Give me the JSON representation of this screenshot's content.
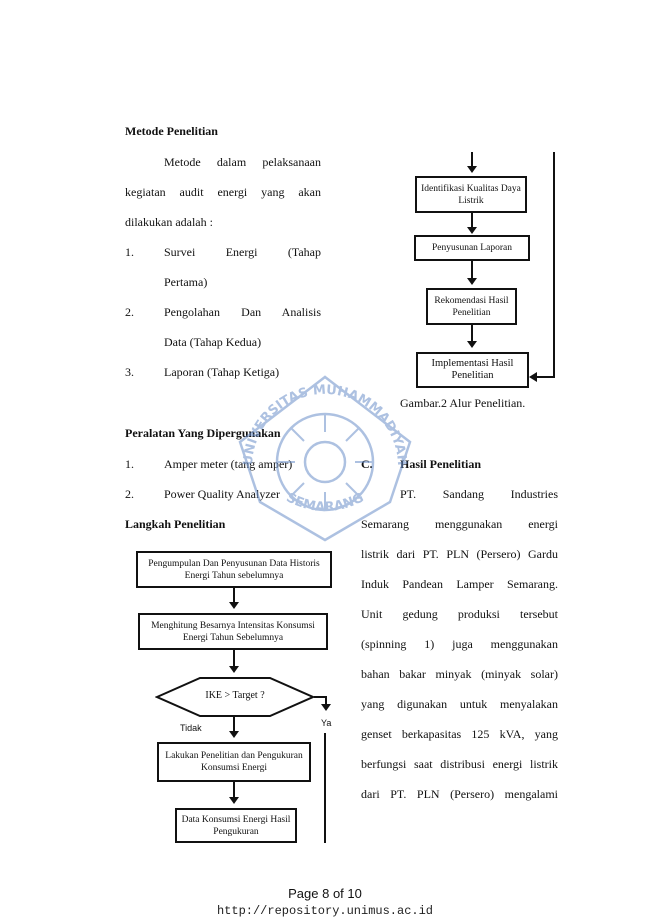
{
  "left": {
    "metode": {
      "title": "Metode Penelitian",
      "line1": "Metode dalam pelaksanaan",
      "line2": "kegiatan audit energi yang akan",
      "line3": "dilakukan adalah :",
      "items": [
        {
          "num": "1.",
          "line1": "Survei Energi (Tahap",
          "line2": "Pertama)"
        },
        {
          "num": "2.",
          "line1": "Pengolahan Dan Analisis",
          "line2": "Data (Tahap Kedua)"
        },
        {
          "num": "3.",
          "line1": "Laporan (Tahap Ketiga)"
        }
      ]
    },
    "peralatan": {
      "title": "Peralatan Yang Dipergunakan",
      "items": [
        {
          "num": "1.",
          "text": "Amper meter (tang amper)"
        },
        {
          "num": "2.",
          "text": "Power Quality Analyzer"
        }
      ]
    },
    "langkah": {
      "title": "Langkah Penelitian",
      "box1": "Pengumpulan Dan Penyusunan Data Historis Energi Tahun sebelumnya",
      "box2": "Menghitung Besarnya Intensitas Konsumsi Energi Tahun Sebelumnya",
      "decision": "IKE > Target ?",
      "no_label": "Tidak",
      "yes_label": "Ya",
      "box3": "Lakukan Penelitian dan Pengukuran Konsumsi Energi",
      "box4": "Data Konsumsi Energi Hasil Pengukuran"
    }
  },
  "right": {
    "flow": {
      "box1": "Identifikasi Kualitas Daya Listrik",
      "box2": "Penyusunan Laporan",
      "box3": "Rekomendasi Hasil Penelitian",
      "box4": "Implementasi Hasil Penelitian",
      "caption": "Gambar.2 Alur Penelitian."
    },
    "hasil": {
      "num": "C.",
      "title": "Hasil Penelitian",
      "lines": [
        "PT. Sandang Industries",
        "Semarang menggunakan energi",
        "listrik dari PT. PLN (Persero) Gardu",
        "Induk Pandean Lamper Semarang.",
        "Unit gedung produksi tersebut",
        "(spinning 1) juga menggunakan",
        "bahan bakar minyak (minyak solar)",
        "yang digunakan untuk menyalakan",
        "genset berkapasitas 125 kVA, yang",
        "berfungsi saat distribusi energi listrik",
        "dari PT. PLN (Persero) mengalami"
      ]
    }
  },
  "watermark": {
    "top_text": "UNIVERSITAS MUHAMMADIYAH",
    "bottom_text": "SEMARANG",
    "color": "#6b8fc9"
  },
  "footer": {
    "page": "Page 8 of 10",
    "url": "http://repository.unimus.ac.id"
  }
}
